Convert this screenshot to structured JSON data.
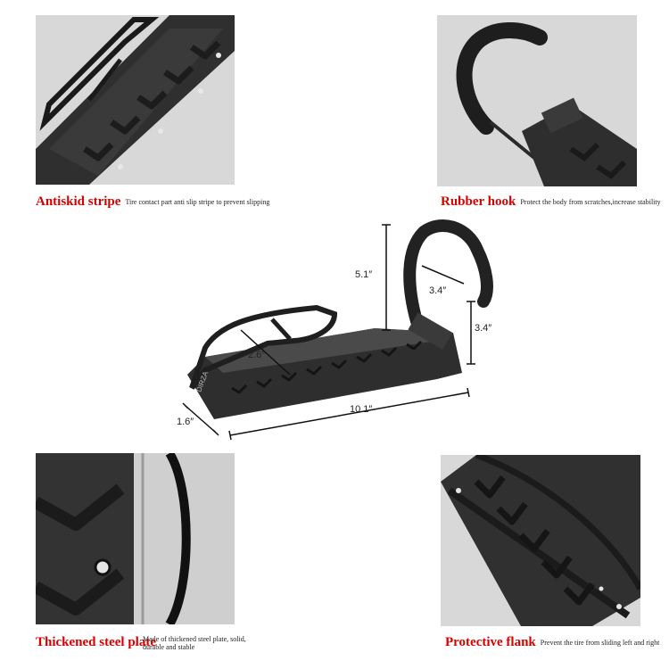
{
  "panels": {
    "top_left": {
      "title": "Antiskid stripe",
      "desc": "Tire contact part anti slip stripe to prevent slipping"
    },
    "top_right": {
      "title": "Rubber hook",
      "desc": "Protect the body from scratches,increase stability"
    },
    "bottom_left": {
      "title": "Thickened steel plate",
      "desc_line1": "Made of thickened steel plate, solid,",
      "desc_line2": "durable and stable"
    },
    "bottom_right": {
      "title": "Protective flank",
      "desc": "Prevent the tire from sliding left and right"
    }
  },
  "dimensions": {
    "hook_height": "5.1″",
    "hook_depth": "3.4″",
    "hook_gap": "3.4″",
    "tray_width": "2.6″",
    "plate_thickness": "1.6″",
    "length": "10.1″"
  },
  "brand_mark": "DIRZA",
  "colors": {
    "caption_red": "#d90000",
    "photo_bg": "#d6d6d6",
    "metal": "#2b2b2b"
  }
}
